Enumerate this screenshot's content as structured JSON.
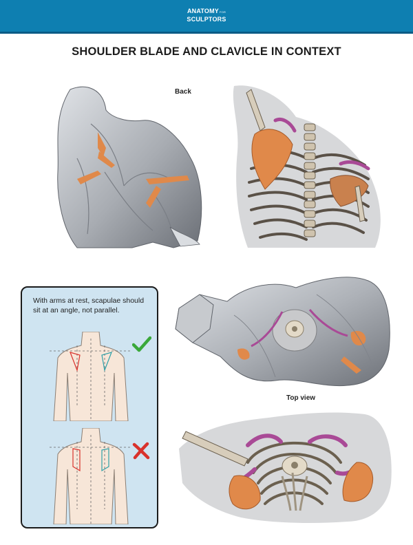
{
  "header": {
    "brand_line1": "ANATOMY",
    "brand_line1_small": "FOR",
    "brand_line2": "SCULPTORS",
    "bar_color": "#0e7fb1"
  },
  "title": "SHOULDER BLADE AND CLAVICLE IN CONTEXT",
  "labels": {
    "back": "Back",
    "top_view": "Top view"
  },
  "inset": {
    "text": "With arms at rest, scapulae should sit at an angle, not parallel.",
    "correct_icon": "green-checkmark-icon",
    "incorrect_icon": "red-x-icon"
  },
  "colors": {
    "bone_orange": "#e0894a",
    "cartilage_magenta": "#a94a96",
    "muscle_gray": "#a9adb3",
    "panel_blue": "#cfe4f1",
    "check_green": "#3aa83a",
    "cross_red": "#d9322c"
  }
}
